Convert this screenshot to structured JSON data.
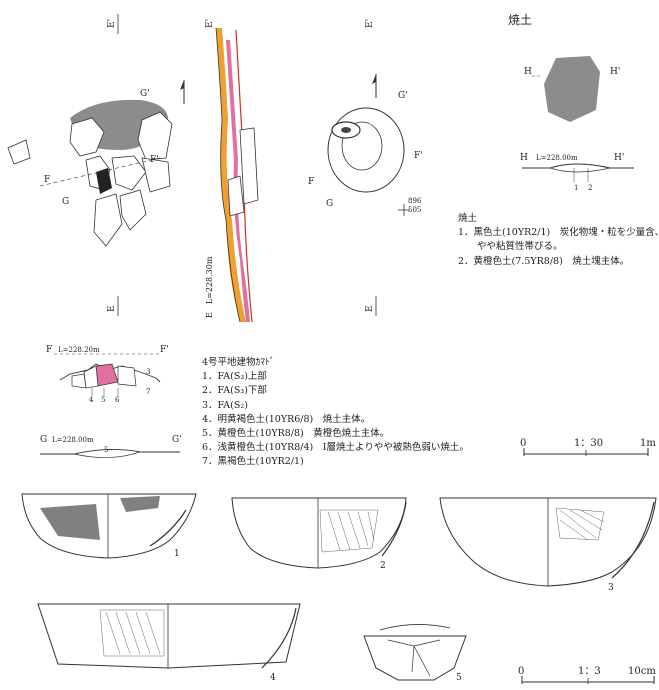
{
  "yakudo": {
    "title": "焼土",
    "label_h_left": "H",
    "label_h_right": "H'",
    "level_label": "L=228.00m",
    "layer_numbers": [
      "1",
      "2"
    ],
    "legend_title": "焼土",
    "legend_items": [
      "1．黒色土(10YR2/1)　炭化物塊・粒を少量含、",
      "　　やや粘質性帯びる。",
      "2．黄橙色土(7.5YR8/8)　焼土塊主体。"
    ]
  },
  "plan": {
    "label_e": "E",
    "label_e_prime": "E'",
    "label_f": "F",
    "label_f_prime": "F'",
    "label_g": "G",
    "label_g_prime": "G'",
    "grid_north": "896",
    "grid_east": "505",
    "section_e_label": "E　L=228.30m"
  },
  "sections": {
    "f_left": "F",
    "f_level": "L=228.20m",
    "f_right": "F'",
    "f_numbers": [
      "4",
      "5",
      "6",
      "3",
      "7"
    ],
    "g_left": "G",
    "g_level": "L=228.00m",
    "g_right": "G'",
    "g_number": "5"
  },
  "kamado_legend": {
    "title": "4号平地建物ｶﾏﾄﾞ",
    "items": [
      "1．FA(S₃)上部",
      "2．FA(S₃)下部",
      "3．FA(S₂)",
      "4．明黄褐色土(10YR6/8)　焼土主体。",
      "5．黄橙色土(10YR8/8)　黄橙色焼土主体。",
      "6．浅黄橙色土(10YR8/4)　Ⅰ層焼土よりやや被熱色弱い焼土。",
      "7．黒褐色土(10YR2/1)"
    ]
  },
  "scale_feature": {
    "zero": "0",
    "ratio": "1：30",
    "end": "1m"
  },
  "scale_pottery": {
    "zero": "0",
    "ratio": "1：3",
    "end": "10cm"
  },
  "pottery_numbers": [
    "1",
    "2",
    "3",
    "4",
    "5"
  ],
  "colors": {
    "burnt_soil_gray": "#8c8c8c",
    "layer_orange": "#f0a030",
    "layer_pink": "#e070a0",
    "layer_dark": "#cc3322",
    "line": "#333333"
  }
}
